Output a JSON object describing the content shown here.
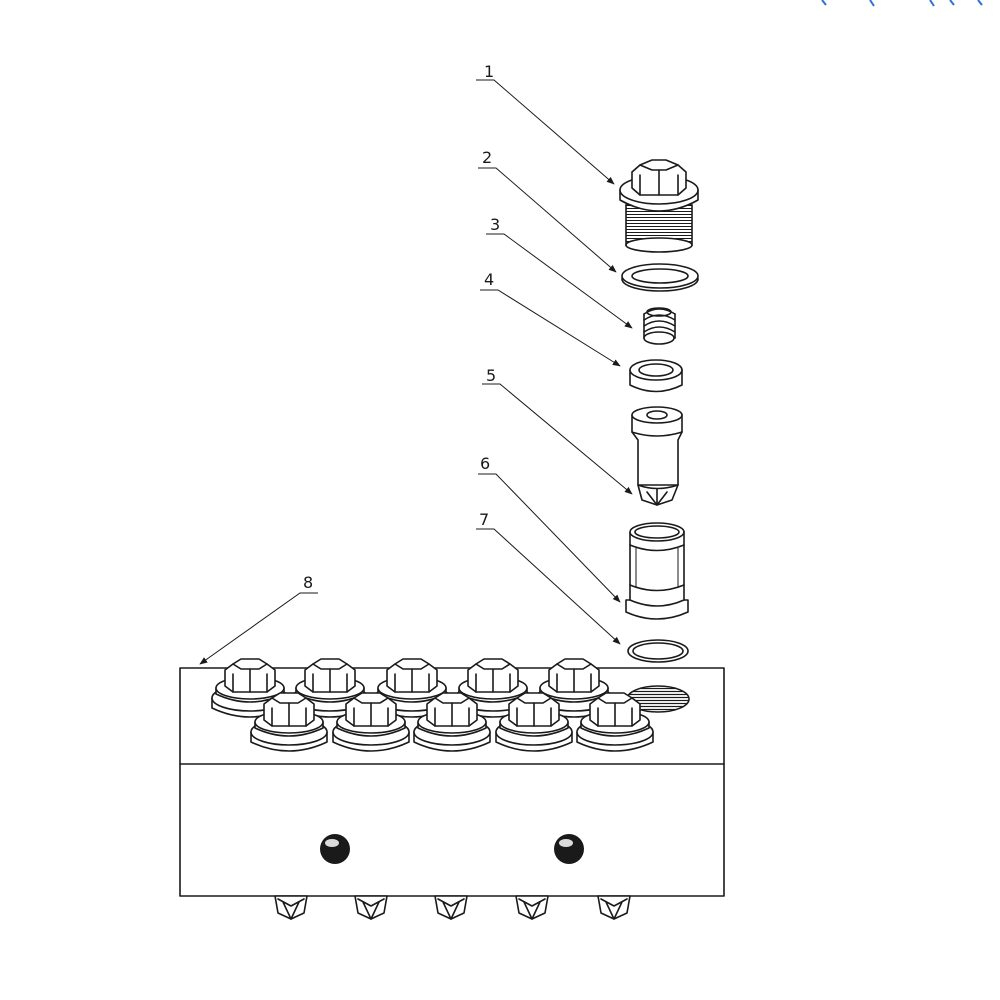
{
  "callouts": [
    {
      "number": "1"
    },
    {
      "number": "2"
    },
    {
      "number": "3"
    },
    {
      "number": "4"
    },
    {
      "number": "5"
    },
    {
      "number": "6"
    },
    {
      "number": "7"
    },
    {
      "number": "8"
    }
  ],
  "colors": {
    "ink": "#1a1a1a",
    "background": "#ffffff",
    "edge_mark": "#2f6fd6"
  }
}
